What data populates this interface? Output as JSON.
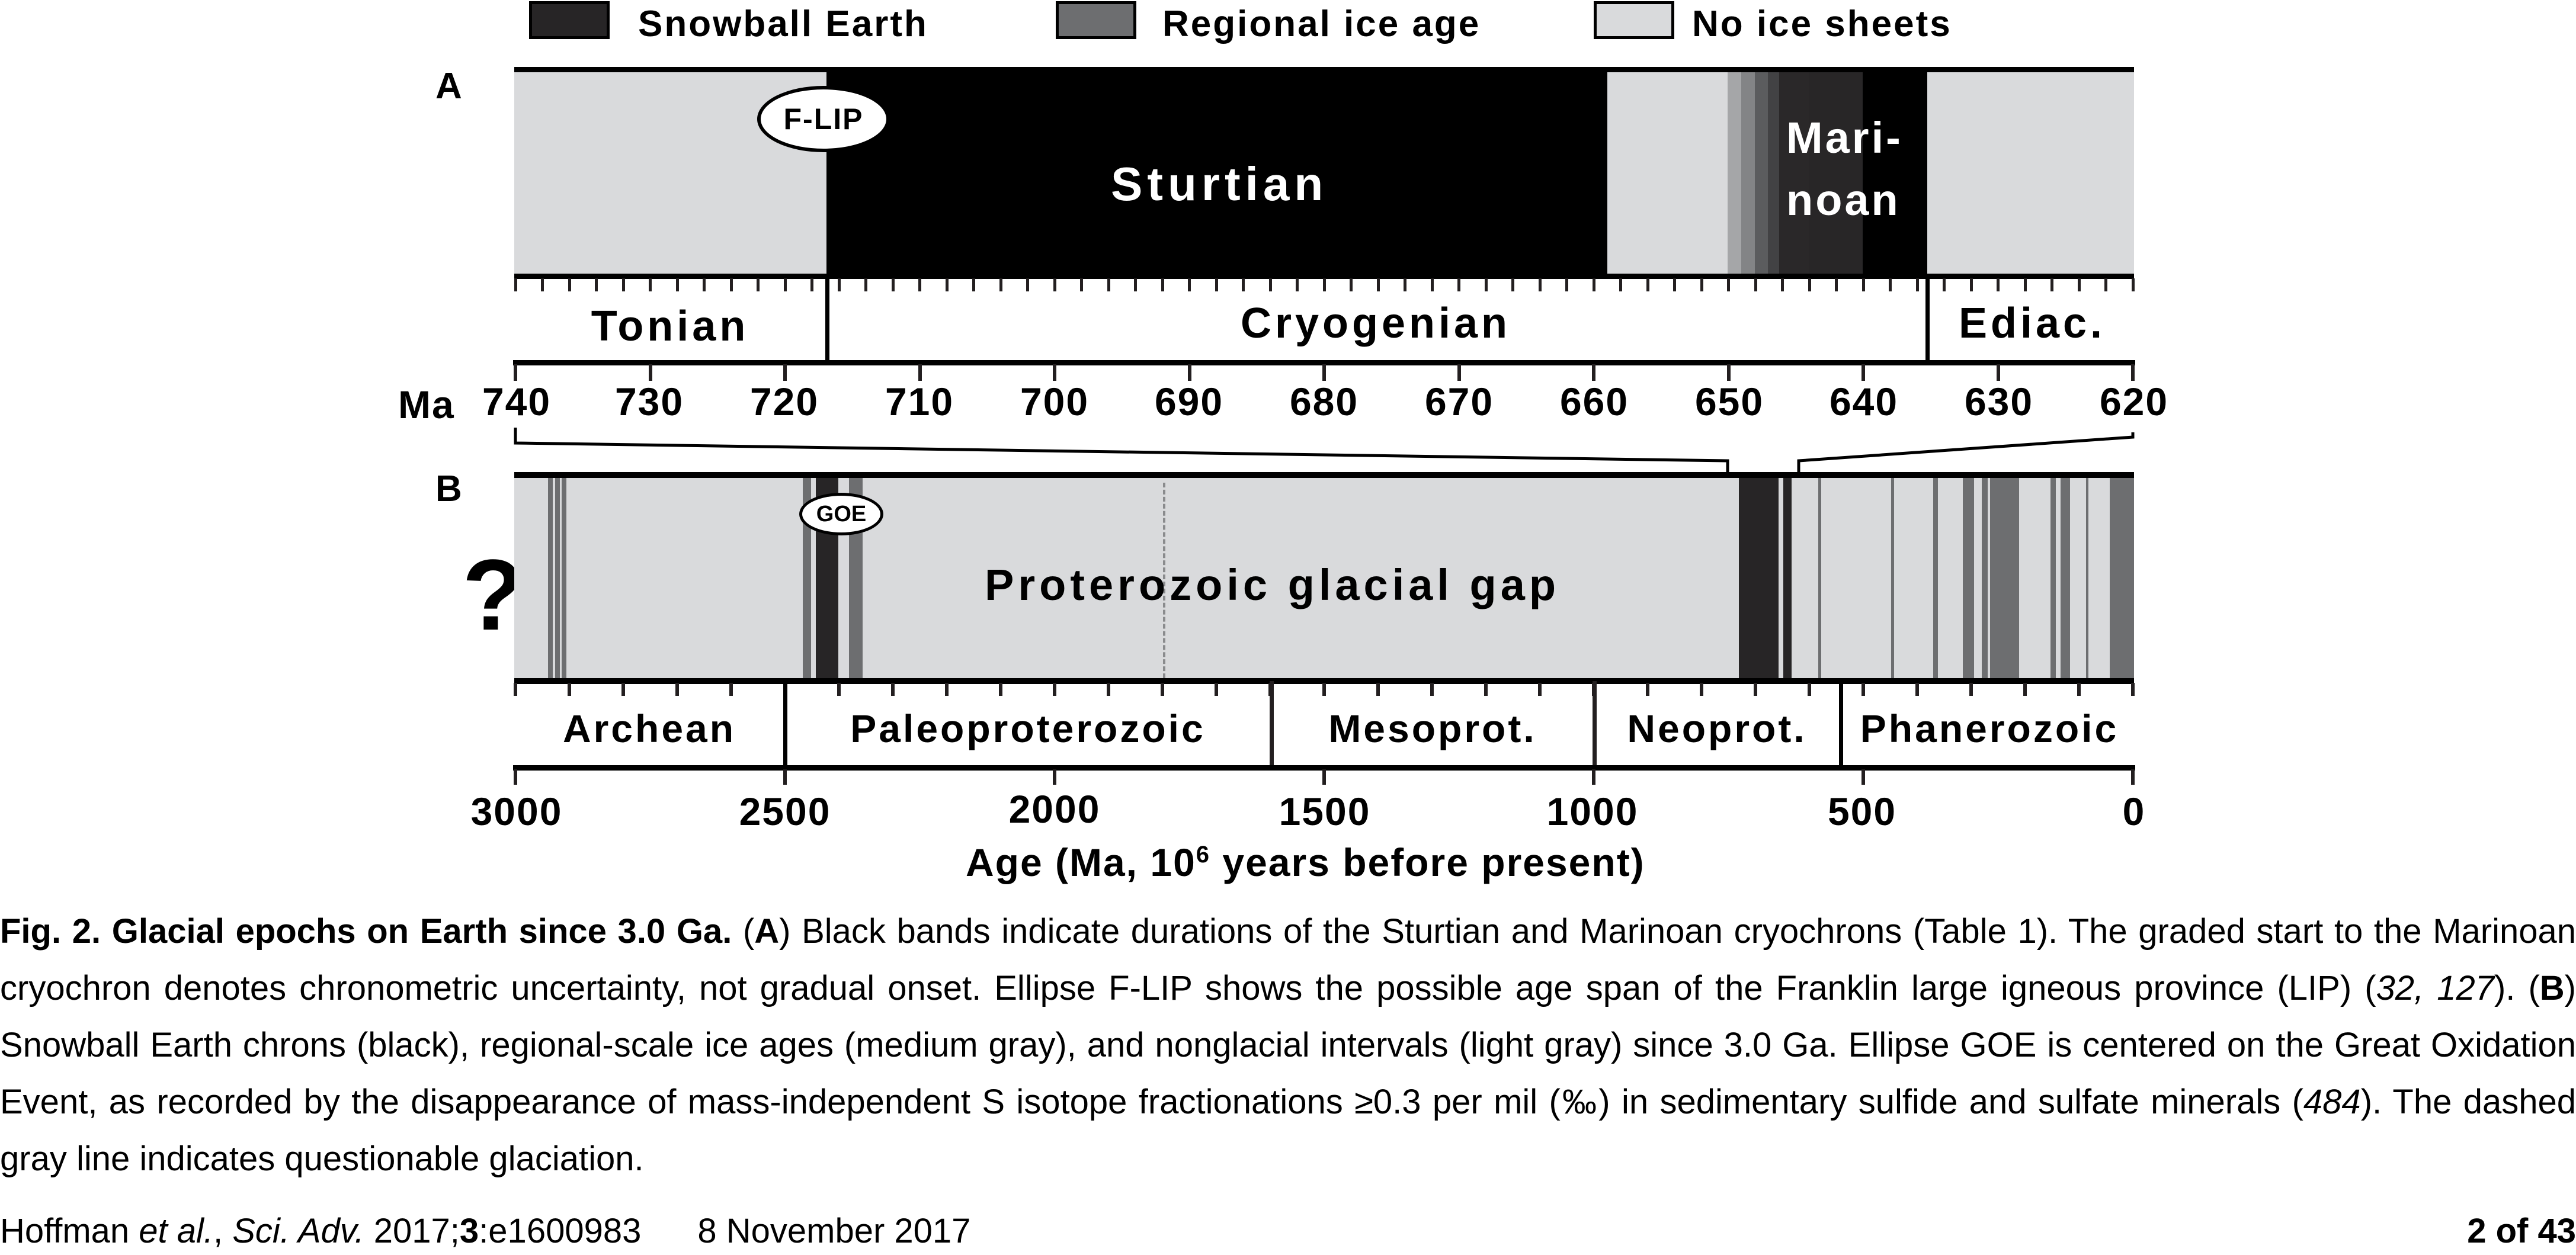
{
  "legend": {
    "items": [
      {
        "label": "Snowball Earth",
        "color": "#272526"
      },
      {
        "label": "Regional ice age",
        "color": "#6d6e70"
      },
      {
        "label": "No ice sheets",
        "color": "#d9dadc"
      }
    ]
  },
  "panel_a": {
    "letter": "A",
    "axis_prefix": "Ma",
    "ticks": [
      "740",
      "730",
      "720",
      "710",
      "700",
      "690",
      "680",
      "670",
      "660",
      "650",
      "640",
      "630",
      "620"
    ],
    "periods": [
      {
        "label": "Tonian",
        "start": 740,
        "end": 717
      },
      {
        "label": "Cryogenian",
        "start": 717,
        "end": 635
      },
      {
        "label": "Ediac.",
        "start": 635,
        "end": 620
      }
    ],
    "sturtian_label": "Sturtian",
    "marinoan_label_1": "Mari-",
    "marinoan_label_2": "noan",
    "flip_label": "F-LIP"
  },
  "panel_b": {
    "letter": "B",
    "question_mark": "?",
    "gap_label": "Proterozoic glacial gap",
    "goe_label": "GOE",
    "ticks": [
      "3000",
      "2500",
      "2000",
      "1500",
      "1000",
      "500",
      "0"
    ],
    "eras": [
      {
        "label": "Archean",
        "start": 3000,
        "end": 2500
      },
      {
        "label": "Paleoproterozoic",
        "start": 2500,
        "end": 1600
      },
      {
        "label": "Mesoprot.",
        "start": 1600,
        "end": 1000
      },
      {
        "label": "Neoprot.",
        "start": 1000,
        "end": 541
      },
      {
        "label": "Phanerozoic",
        "start": 541,
        "end": 0
      }
    ],
    "xlabel_pre": "Age (Ma, 10",
    "xlabel_sup": "6",
    "xlabel_post": " years before present)"
  },
  "caption": {
    "fig_label": "Fig. 2.  Glacial epochs on Earth since 3.0 Ga.",
    "a_open": " (",
    "a_letter": "A",
    "a_text": ") Black bands indicate durations of the Sturtian and Marinoan cryochrons (Table 1). The graded start to the Marinoan cryochron denotes chronometric uncertainty, not gradual onset. Ellipse F-LIP shows the possible age span of the Franklin large igneous province (LIP) (",
    "a_refs": "32, 127",
    "a_close": "). (",
    "b_letter": "B",
    "b_text": ") Snowball Earth chrons (black), regional-scale ice ages (medium gray), and nonglacial intervals (light gray) since 3.0 Ga. Ellipse GOE is centered on the Great Oxidation Event, as recorded by the disappearance of mass-independent S isotope fractionations ≥0.3 per mil (‰) in sedimentary sulfide and sulfate minerals (",
    "b_ref": "484",
    "b_end": "). The dashed gray line indicates questionable glaciation."
  },
  "footer": {
    "authors": "Hoffman ",
    "et_al": "et al.",
    "comma": ", ",
    "journal": "Sci. Adv.",
    "year": " 2017;",
    "volume": "3",
    "article": ":e1600983",
    "date": "8 November 2017",
    "page": "2 of 43"
  },
  "chart_data": [
    {
      "type": "timeline",
      "title": "Glacial epochs, 740–620 Ma (panel A)",
      "xlabel": "Ma",
      "xlim": [
        740,
        620
      ],
      "x_ticks": [
        740,
        730,
        720,
        710,
        700,
        690,
        680,
        670,
        660,
        650,
        640,
        630,
        620
      ],
      "intervals": [
        {
          "name": "No ice sheets",
          "start": 740,
          "end": 717,
          "class": "none"
        },
        {
          "name": "Sturtian",
          "start": 717,
          "end": 659,
          "class": "snowball"
        },
        {
          "name": "No ice sheets",
          "start": 659,
          "end": 650.5,
          "class": "none"
        },
        {
          "name": "Marinoan (graded start, uncertainty)",
          "start": 650.5,
          "end": 639.5,
          "class": "graded"
        },
        {
          "name": "Marinoan",
          "start": 639.5,
          "end": 635,
          "class": "snowball"
        },
        {
          "name": "No ice sheets",
          "start": 635,
          "end": 620,
          "class": "none"
        }
      ],
      "periods": [
        {
          "name": "Tonian",
          "start": 740,
          "end": 717
        },
        {
          "name": "Cryogenian",
          "start": 717,
          "end": 635
        },
        {
          "name": "Ediac.",
          "start": 635,
          "end": 620
        }
      ],
      "annotations": [
        {
          "label": "F-LIP",
          "center": 718
        }
      ]
    },
    {
      "type": "timeline",
      "title": "Glacial epochs since 3.0 Ga (panel B)",
      "xlabel": "Age (Ma, 10^6 years before present)",
      "xlim": [
        3000,
        0
      ],
      "x_ticks": [
        3000,
        2500,
        2000,
        1500,
        1000,
        500,
        0
      ],
      "intervals_snowball": [
        {
          "start": 2420,
          "end": 2375
        },
        {
          "start": 717,
          "end": 659
        },
        {
          "start": 645,
          "end": 635
        }
      ],
      "intervals_regional": [
        {
          "start": 2935,
          "end": 2928
        },
        {
          "start": 2922,
          "end": 2915
        },
        {
          "start": 2910,
          "end": 2903
        },
        {
          "start": 2445,
          "end": 2430
        },
        {
          "start": 2350,
          "end": 2325
        },
        {
          "start": 585,
          "end": 580
        },
        {
          "start": 455,
          "end": 445
        },
        {
          "start": 360,
          "end": 345
        },
        {
          "start": 340,
          "end": 330
        },
        {
          "start": 327,
          "end": 260
        },
        {
          "start": 178,
          "end": 175
        },
        {
          "start": 160,
          "end": 145
        },
        {
          "start": 113,
          "end": 108
        },
        {
          "start": 35,
          "end": 0
        }
      ],
      "questionable": [
        {
          "at": 1800,
          "style": "dashed"
        }
      ],
      "eras": [
        {
          "name": "Archean",
          "start": 3000,
          "end": 2500
        },
        {
          "name": "Paleoproterozoic",
          "start": 2500,
          "end": 1600
        },
        {
          "name": "Mesoprot.",
          "start": 1600,
          "end": 1000
        },
        {
          "name": "Neoprot.",
          "start": 1000,
          "end": 541
        },
        {
          "name": "Phanerozoic",
          "start": 541,
          "end": 0
        }
      ],
      "annotations": [
        {
          "label": "GOE",
          "center": 2400
        },
        {
          "label": "Proterozoic glacial gap"
        },
        {
          "label": "?",
          "position": "left of 3000"
        }
      ],
      "colors": {
        "snowball": "#272526",
        "regional": "#6d6e70",
        "none": "#d9dadc"
      }
    }
  ]
}
